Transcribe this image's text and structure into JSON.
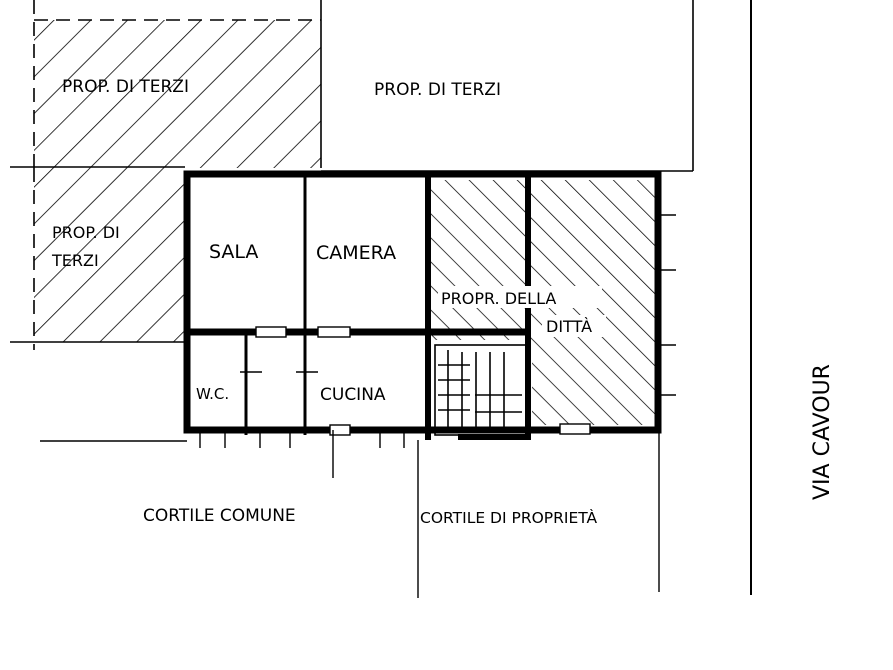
{
  "labels": {
    "neighbor_top_left": "PROP. DI TERZI",
    "neighbor_top_right": "PROP. DI TERZI",
    "neighbor_left_line1": "PROP. DI",
    "neighbor_left_line2": "TERZI",
    "room_sala": "SALA",
    "room_camera": "CAMERA",
    "room_wc": "W.C.",
    "room_cucina": "CUCINA",
    "company_property_line1": "PROPR. DELLA",
    "company_property_line2": "DITTÀ",
    "common_courtyard": "CORTILE COMUNE",
    "private_courtyard": "CORTILE DI PROPRIETÀ",
    "street": "VIA CAVOUR"
  },
  "colors": {
    "ink": "#000000",
    "paper": "#ffffff"
  }
}
